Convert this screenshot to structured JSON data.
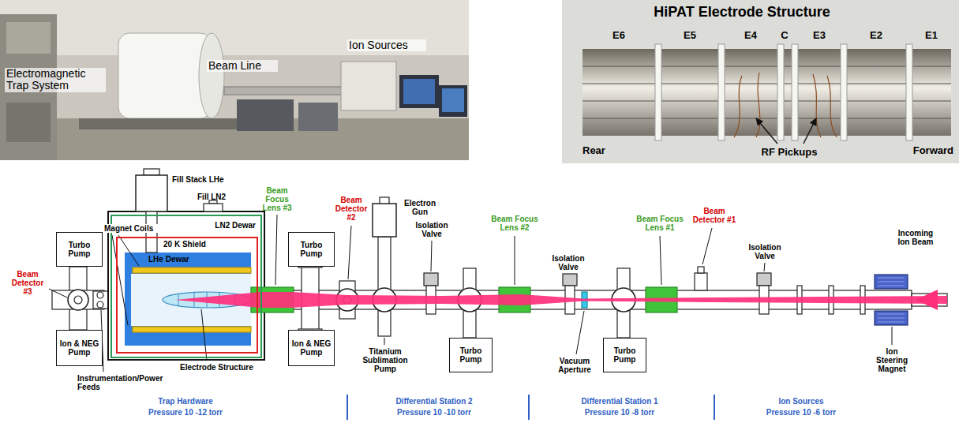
{
  "diagram": {
    "nodes": [
      {
        "text": [
          "Turbo Pump"
        ]
      },
      {
        "text": [
          "Ion & NEG Pump"
        ]
      },
      {
        "text": [
          "LN2 Dewar"
        ]
      },
      {
        "text": [
          "20 K Shield"
        ],
        "in": 2
      },
      {
        "text": [
          "LHe Dewar"
        ],
        "in": 3
      },
      {
        "text": [
          "Turbo Pump"
        ]
      },
      {
        "text": [
          "Ion & NEG Pump"
        ]
      },
      {
        "text": [
          "Turbo Pump"
        ]
      },
      {
        "text": [
          "Turbo Pump"
        ]
      }
    ],
    "labels": [
      "Electromagnetic Trap System",
      "Beam Line",
      "Ion Sources",
      "HiPAT Electrode Structure",
      "E6",
      "E5",
      "E4",
      "C",
      "E3",
      "E2",
      "E1",
      "Rear",
      "RF Pickups",
      "Forward",
      "Fill Stack LHe",
      "Fill LN2",
      "Magnet Coils",
      "Beam Focus Lens #3",
      "Beam Detector #2",
      "Electron Gun",
      "Isolation Valve",
      "Beam Focus Lens #2",
      "Isolation Valve",
      "Beam Focus Lens #1",
      "Beam Detector #1",
      "Isolation Valve",
      "Incoming Ion Beam",
      "Beam Detector #3",
      "Instrumentation/Power Feeds",
      "Electrode Structure",
      "Titanium Sublimation Pump",
      "Vacuum Aperture",
      "Ion Steering Magnet",
      "Trap Hardware",
      "Pressure 10 -12 torr",
      "Differential Station 2",
      "Pressure 10 -10 torr",
      "Differential Station 1",
      "Pressure 10 -8 torr",
      "Ion Sources",
      "Pressure 10 -6 torr"
    ]
  }
}
